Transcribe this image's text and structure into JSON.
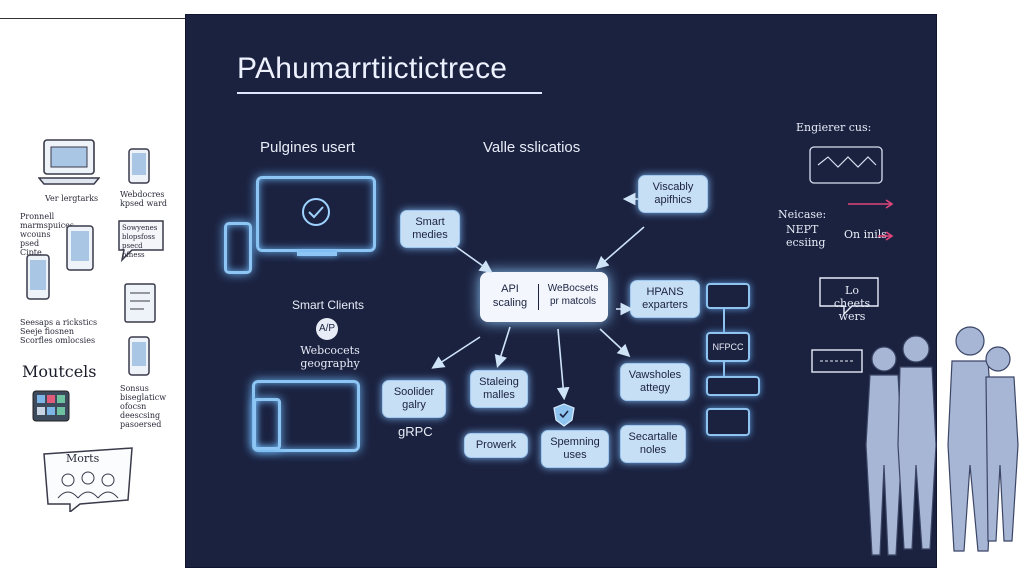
{
  "board": {
    "title": "PAhumarrtiictictrece",
    "left_heading": "Pulgines usert",
    "center_heading": "Valle sslicatios",
    "smart_clients": "Smart Clients",
    "api_badge": "A/P",
    "webcoets": "Webcocets geography",
    "grpc": "gRPC"
  },
  "nodes": {
    "smart_medies": "Smart medies",
    "viscably": "Viscably apifhics",
    "api_scaling": "API scaling",
    "websockets": "WeBocsets pr matcols",
    "hpans": "HPANS exparters",
    "soolider": "Soolider galry",
    "staleing": "Staleing malles",
    "vawsholes": "Vawsholes attegy",
    "prowerk": "Prowerk",
    "spemming": "Spemning uses",
    "secartalle": "Secartalle noles",
    "nfpcc": "NFPCC"
  },
  "right_notes": {
    "engineer": "Engierer cus:",
    "neicase": "Neicase:",
    "nept": "NEPT ecsiing",
    "on_inils": "On inils",
    "lo_cheets": "Lo cheets wers"
  },
  "whiteboard": {
    "laptop_caption": "Ver lergtarks",
    "phone_caption": "Webdocres kpsed ward",
    "note1": "Pronnell marmspuices wcouns psed Cipte",
    "note2": "Sowyenes blopsfoss psecd ofhess",
    "bullets": [
      "Seesaps a rickstics",
      "Seeje fiosnen",
      "Scorfles omlocsies"
    ],
    "moutcels": "Moutcels",
    "note3": "Sonsus biseglaticw ofocsn deescsing pasoersed",
    "morts": "Morts"
  },
  "colors": {
    "board": "#1b2240",
    "node_fill": "#c7dff5",
    "glow": "#8dc6f4",
    "accent_pink": "#e0457a"
  }
}
